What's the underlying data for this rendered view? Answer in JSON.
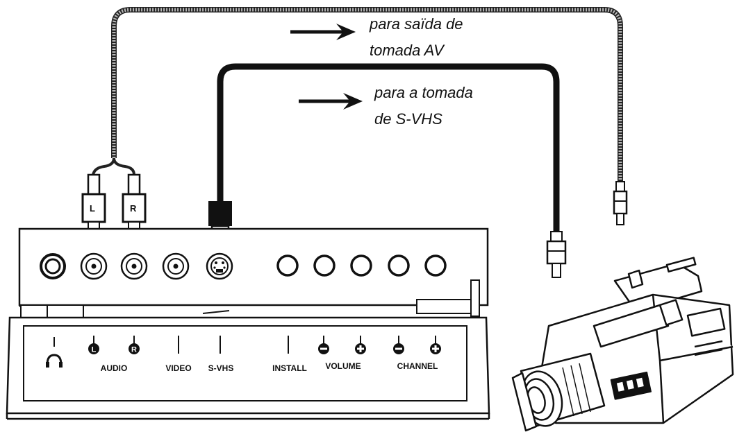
{
  "captions": {
    "av_line1": "para saïda de",
    "av_line2": "tomada AV",
    "svhs_line1": "para a tomada",
    "svhs_line2": "de S-VHS"
  },
  "plugs": {
    "left": "L",
    "right": "R"
  },
  "panel_labels": {
    "audio": "AUDIO",
    "video": "VIDEO",
    "svhs": "S-VHS",
    "install": "INSTALL",
    "volume": "VOLUME",
    "channel": "CHANNEL",
    "audio_l": "L",
    "audio_r": "R"
  },
  "icons": [
    "headphones-icon",
    "minus-icon",
    "plus-icon",
    "arrow-right-icon",
    "camcorder-icon"
  ]
}
